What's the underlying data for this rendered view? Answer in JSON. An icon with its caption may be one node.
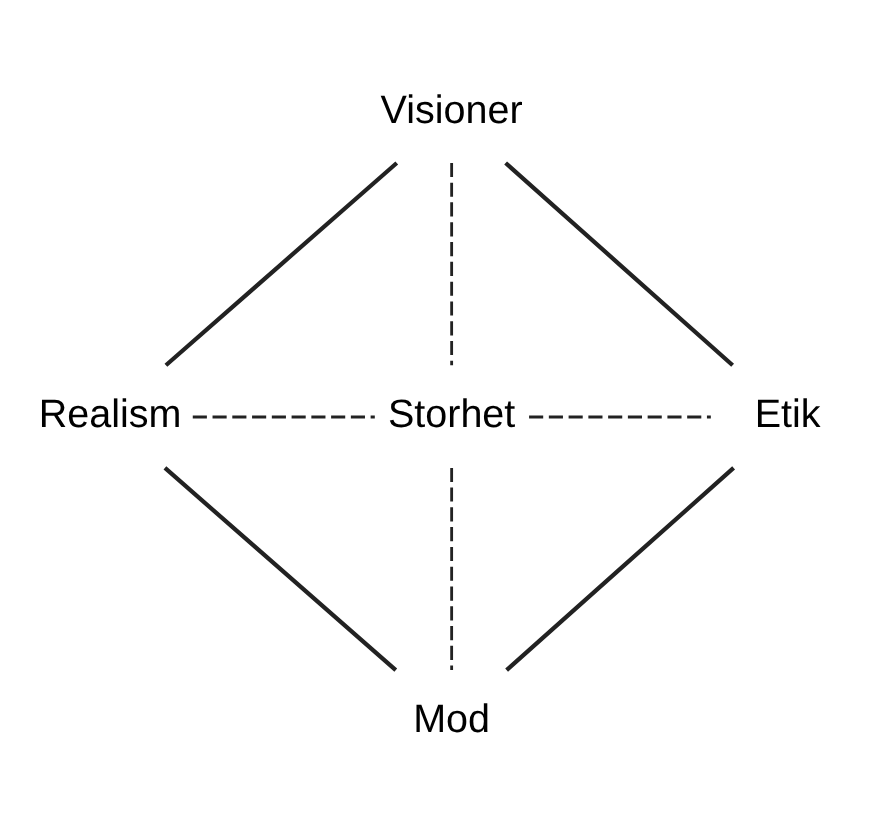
{
  "diagram": {
    "nodes": [
      {
        "text": [
          "Visioner"
        ]
      },
      {
        "text": [
          "Realism"
        ]
      },
      {
        "text": [
          "Storhet"
        ]
      },
      {
        "text": [
          "Etik"
        ]
      },
      {
        "text": [
          "Mod"
        ]
      }
    ],
    "edges": [
      {
        "from": 0,
        "to": 3,
        "arrow": "none"
      },
      {
        "from": 3,
        "to": 4,
        "arrow": "none"
      },
      {
        "from": 4,
        "to": 1,
        "arrow": "none"
      },
      {
        "from": 1,
        "to": 0,
        "arrow": "none"
      },
      {
        "from": 0,
        "to": 2,
        "arrow": "none",
        "style": "dashed"
      },
      {
        "from": 1,
        "to": 2,
        "arrow": "none",
        "style": "dashed"
      },
      {
        "from": 2,
        "to": 3,
        "arrow": "none",
        "style": "dashed"
      },
      {
        "from": 2,
        "to": 4,
        "arrow": "none",
        "style": "dashed"
      }
    ]
  }
}
